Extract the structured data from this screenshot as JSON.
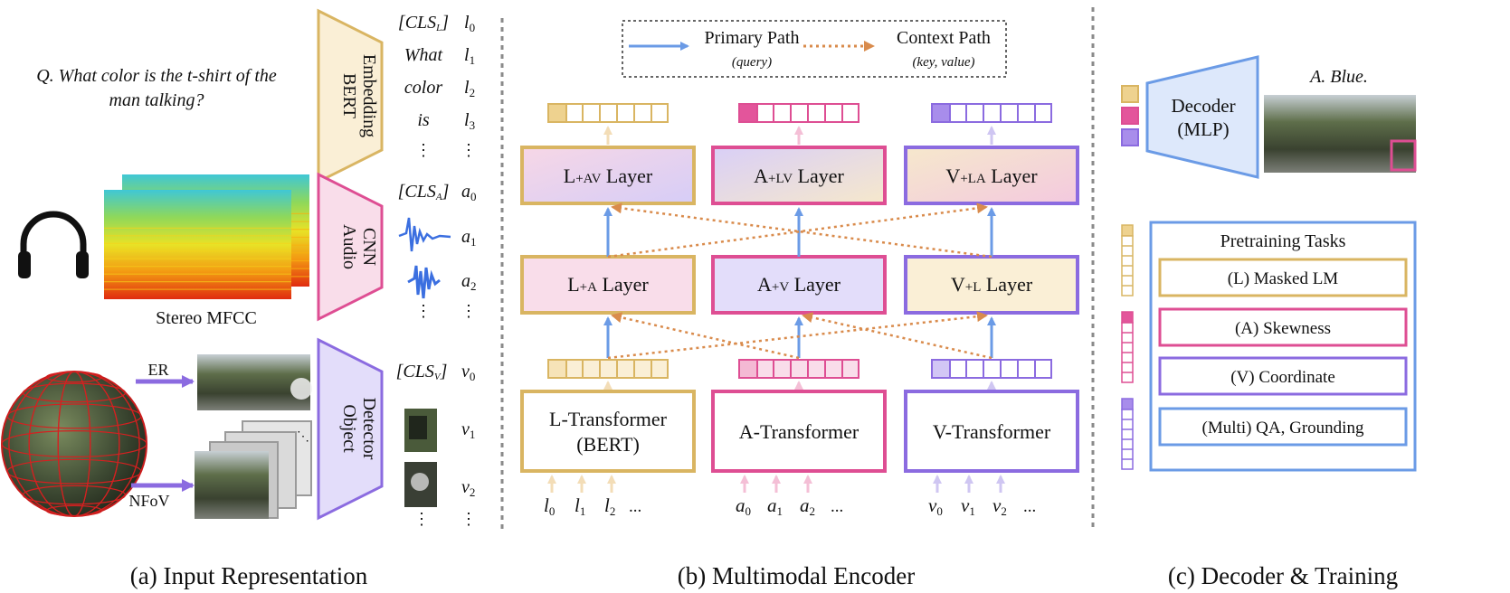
{
  "colors": {
    "language": "#D9B562",
    "language_fill": "#FAEFD6",
    "audio": "#DE4E93",
    "audio_fill": "#F9DDEA",
    "vision": "#8B6BE0",
    "vision_fill": "#E3DDFA",
    "blue": "#6B9BE6",
    "context": "#D98B4C",
    "grey": "#777777"
  },
  "panel_a": {
    "question": [
      "Q. What color is the t-shirt of the",
      "man talking?"
    ],
    "headphones_icon": "headphones-icon",
    "mfcc_label": "Stereo MFCC",
    "er_label": "ER",
    "nfov_label": "NFoV",
    "bert_label": [
      "BERT",
      "Embedding"
    ],
    "audio_cnn_label": [
      "Audio",
      "CNN"
    ],
    "object_detector_label": [
      "Object",
      "Detector"
    ],
    "lang_tokens": [
      "[CLS",
      "What",
      "color",
      "is",
      "⋮"
    ],
    "lang_sub": "L",
    "lang_ids": [
      "l",
      "l",
      "l",
      "l",
      "⋮"
    ],
    "lang_id_subs": [
      "0",
      "1",
      "2",
      "3",
      ""
    ],
    "audio_token": "[CLS",
    "audio_sub": "A",
    "audio_ids": [
      "a",
      "a",
      "a",
      "⋮"
    ],
    "audio_id_subs": [
      "0",
      "1",
      "2",
      ""
    ],
    "vision_token": "[CLS",
    "vision_sub": "V",
    "vision_ids": [
      "v",
      "v",
      "v",
      "⋮"
    ],
    "vision_id_subs": [
      "0",
      "1",
      "2",
      ""
    ],
    "token_close": "]",
    "caption": "(a) Input Representation"
  },
  "panel_b": {
    "legend": {
      "primary": "Primary Path",
      "primary_sub": "(query)",
      "context": "Context Path",
      "context_sub": "(key, value)"
    },
    "top_layers": [
      {
        "pre": "L",
        "mid": "+AV",
        "post": " Layer"
      },
      {
        "pre": "A",
        "mid": "+LV",
        "post": " Layer"
      },
      {
        "pre": "V",
        "mid": "+LA",
        "post": " Layer"
      }
    ],
    "mid_layers": [
      {
        "pre": "L",
        "mid": "+A",
        "post": " Layer"
      },
      {
        "pre": "A",
        "mid": "+V",
        "post": " Layer"
      },
      {
        "pre": "V",
        "mid": "+L",
        "post": " Layer"
      }
    ],
    "transformers": [
      [
        "L-Transformer",
        "(BERT)"
      ],
      [
        "A-Transformer"
      ],
      [
        "V-Transformer"
      ]
    ],
    "inputs": [
      {
        "base": "l",
        "subs": [
          "0",
          "1",
          "2"
        ],
        "dots": "..."
      },
      {
        "base": "a",
        "subs": [
          "0",
          "1",
          "2"
        ],
        "dots": "..."
      },
      {
        "base": "v",
        "subs": [
          "0",
          "1",
          "2"
        ],
        "dots": "..."
      }
    ],
    "caption": "(b) Multimodal Encoder"
  },
  "panel_c": {
    "decoder_label": [
      "Decoder",
      "(MLP)"
    ],
    "answer": "A. Blue.",
    "pretraining_title": "Pretraining Tasks",
    "tasks": [
      "(L) Masked LM",
      "(A) Skewness",
      "(V) Coordinate",
      "(Multi) QA, Grounding"
    ],
    "caption": "(c) Decoder & Training"
  }
}
